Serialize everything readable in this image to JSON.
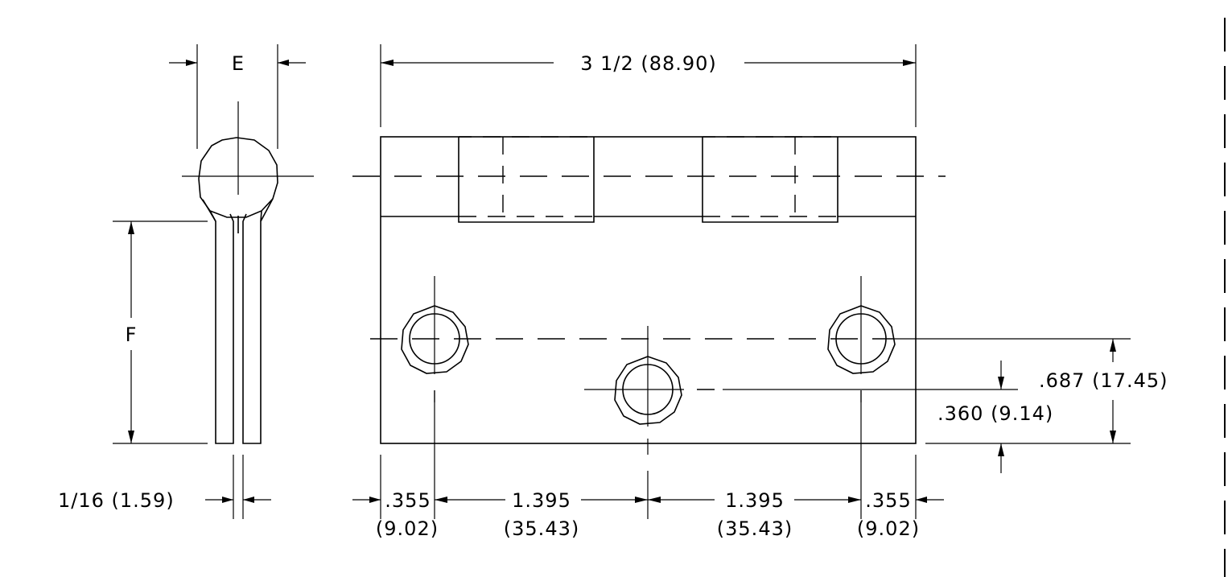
{
  "labels": {
    "e": "E",
    "f": "F",
    "thickness": "1/16 (1.59)",
    "overall_width": "3 1/2 (88.90)",
    "hole_edge_left_in": ".355",
    "hole_edge_left_mm": "(9.02)",
    "pitch_left_in": "1.395",
    "pitch_left_mm": "(35.43)",
    "pitch_right_in": "1.395",
    "pitch_right_mm": "(35.43)",
    "hole_edge_right_in": ".355",
    "hole_edge_right_mm": "(9.02)",
    "hole_height_outer": ".687 (17.45)",
    "hole_height_inner": ".360 (9.14)"
  }
}
